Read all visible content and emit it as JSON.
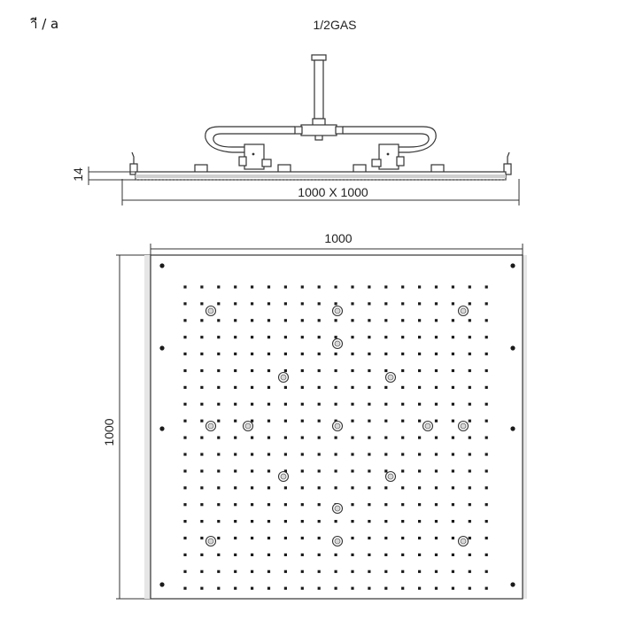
{
  "corner_mark": "าี / a",
  "side_view": {
    "inlet_label": "1/2GAS",
    "thickness_label": "14",
    "size_label": "1000 X 1000"
  },
  "top_view": {
    "width_label": "1000",
    "height_label": "1000",
    "nozzle_grid": {
      "rows": 19,
      "columns": 19
    },
    "light_count": 17,
    "mounting_hole_count": 8
  },
  "colors": {
    "line": "#333333",
    "dot": "#1a1a1a",
    "panel_fill": "#e6e6e6"
  }
}
